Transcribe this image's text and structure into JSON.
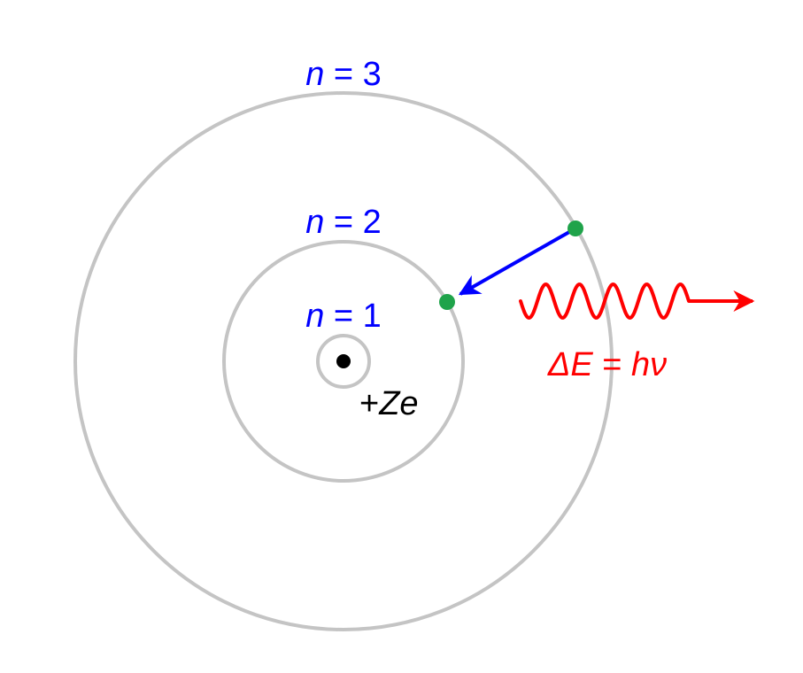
{
  "labels": {
    "n3": {
      "var": "n",
      "rest": " = 3"
    },
    "n2": {
      "var": "n",
      "rest": " = 2"
    },
    "n1": {
      "var": "n",
      "rest": " = 1"
    },
    "nucleus_sign": "+",
    "nucleus_var": "Ze",
    "energy": {
      "delta": "Δ",
      "e": "E",
      "eq": " = ",
      "h": "h",
      "nu": "ν"
    }
  },
  "colors": {
    "orbit": "#c4c4c4",
    "label": "#0000ff",
    "nucleus": "#000000",
    "electron": "#1fa34a",
    "transition_arrow": "#0000ff",
    "photon": "#ff0000"
  }
}
